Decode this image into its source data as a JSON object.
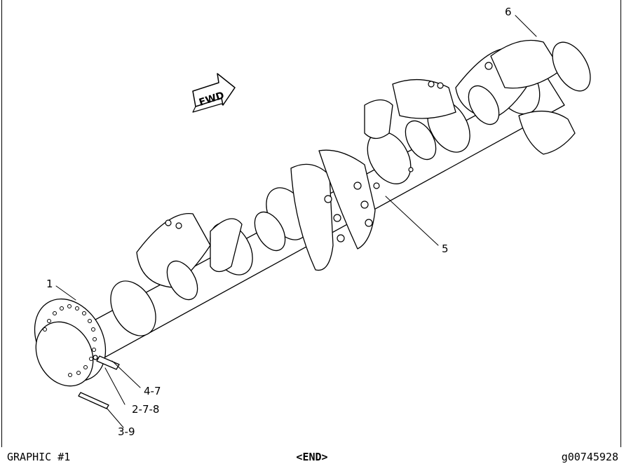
{
  "callouts": {
    "c1": "1",
    "c2": "2-7-8",
    "c3": "3-9",
    "c4": "4-7",
    "c5": "5",
    "c6": "6"
  },
  "arrow_label": "FWD",
  "footer": {
    "left": "GRAPHIC #1",
    "center": "<END>",
    "right": "g00745928"
  }
}
